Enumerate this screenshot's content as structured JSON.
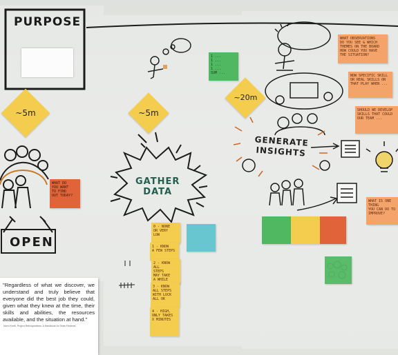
{
  "board": {
    "title": "PURPOSE",
    "sections": {
      "open": "OPEN",
      "gather": "GATHER\nDATA",
      "insights": "GENERATE\nINSIGHTS"
    },
    "times": {
      "t1": "~5m",
      "t2": "~5m",
      "t3": "~20m"
    },
    "tally": {
      "a": "II",
      "b": "IIII"
    }
  },
  "stickies": {
    "green_top": "1 ...\n1 ...\n1 ...\n1 ...\nSUM ...",
    "open_question": "WHAT DO\nYOU WANT\nTO FIND\nOUT TODAY?",
    "scale": [
      "0 - NONE\nOR VERY\nLOW",
      "1 - KNOW\nA FEW STEPS",
      "2 - KNOW ALL\nSTEPS\nMAY TAKE\nA WHILE",
      "3 - KNOW\nALL STEPS\nWITH LUCK\nALL OK",
      "4 - HIGH,\nONLY TAKES\nX MINUTES"
    ],
    "right_notes": [
      "WHAT OBSERVATIONS\nDO YOU SEE & WHICH\nTHEMES ON THE BOARD\nHOW COULD YOU HAVE\nTHE SITUATION?",
      "NOW SPECIFIC SKILL\nOR REAL SKILLS ON\nTHAT PLAY WHEN ...",
      "SHOULD WE DEVELOP\nSKILLS THAT COULD\nOUR TEAM ...",
      "WHAT IS ONE THING\nYOU CAN DO TO\nIMPROVE?"
    ]
  },
  "quote": {
    "text": "\"Regardless of what we discover, we understand and truly believe that everyone did the best job they could, given what they knew at the time, their skills and abilities, the resources available, and the situation at hand.\"",
    "cite": "Norm Kerth, Project Retrospectives: A Handbook for Team Reviews"
  },
  "colors": {
    "yellow": "#f4cd4f",
    "orange": "#f4a46a",
    "green": "#4fb861",
    "cyan": "#67c6cf",
    "red": "#e0633a",
    "ink": "#1b1b1b"
  }
}
